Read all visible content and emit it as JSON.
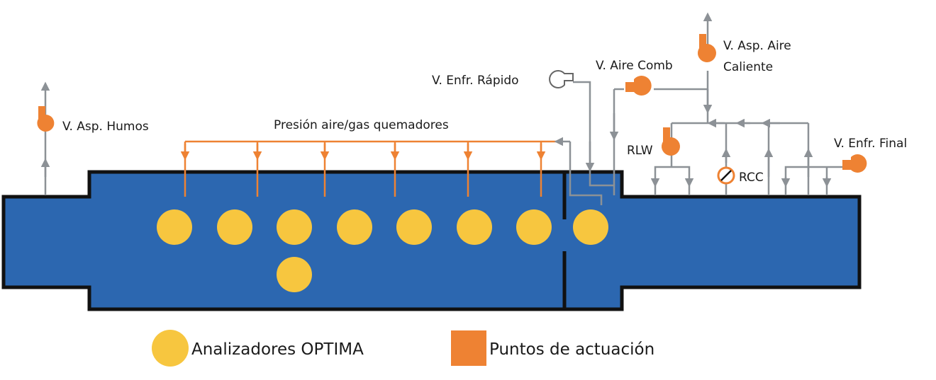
{
  "colors": {
    "furnace": "#2c67b0",
    "outline": "#111111",
    "analyzer": "#f7c63f",
    "actuation": "#ee8233",
    "gas_line": "#ee8233",
    "air_line": "#8c9196"
  },
  "labels": {
    "asp_humos": "V. Asp. Humos",
    "presion": "Presión aire/gas quemadores",
    "enfr_rapido": "V. Enfr. Rápido",
    "aire_comb": "V. Aire Comb",
    "asp_aire_1": "V. Asp. Aire",
    "asp_aire_2": "Caliente",
    "rlw": "RLW",
    "rcc": "RCC",
    "enfr_final": "V. Enfr. Final"
  },
  "legend": {
    "analyzers": "Analizadores OPTIMA",
    "actuation": "Puntos de actuación"
  }
}
